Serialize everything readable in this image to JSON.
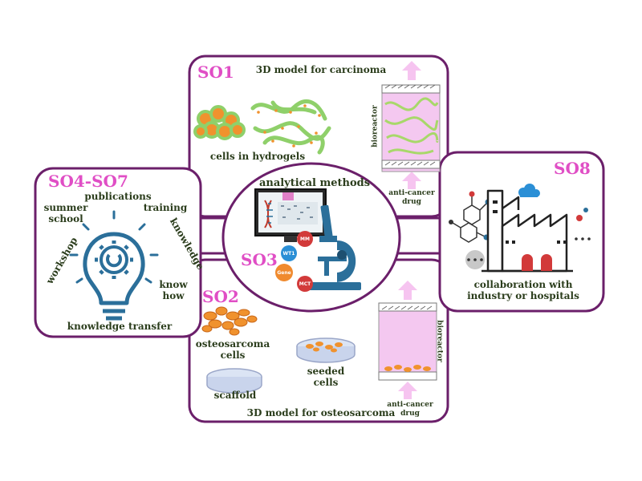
{
  "colors": {
    "frame": "#6b1f6a",
    "heading": "#e04ec5",
    "label": "#2b3d1c",
    "cell_orange": "#f0922e",
    "hydrogel_green": "#8fd06a",
    "bioreactor_pink": "#f4c8f0",
    "arrow_pink": "#f6c4f0",
    "bulb_blue": "#2b6f9a",
    "industry_red": "#d23a3a"
  },
  "so1": {
    "heading": "SO1",
    "title": "3D model  for carcinoma",
    "cells_label": "cells in hydrogels",
    "bioreactor_label": "bioreactor",
    "drug_label_line1": "anti-cancer",
    "drug_label_line2": "drug"
  },
  "so2": {
    "heading": "SO2",
    "title": "3D model for osteosarcoma",
    "osteo_line1": "osteosarcoma",
    "osteo_line2": "cells",
    "scaffold_label": "scaffold",
    "seeded_line1": "seeded",
    "seeded_line2": "cells",
    "bioreactor_label": "bioreactor",
    "drug_label_line1": "anti-cancer",
    "drug_label_line2": "drug"
  },
  "so3": {
    "heading": "SO3",
    "title": "analytical methods",
    "bubbles": [
      "MM",
      "WT1",
      "Gene",
      "MCT"
    ]
  },
  "so4": {
    "heading": "SO4-SO7",
    "publications": "publications",
    "summer_line1": "summer",
    "summer_line2": "school",
    "training": "training",
    "knowledge": "knowledge",
    "workshop": "workshop",
    "know_how_line1": "know",
    "know_how_line2": "how",
    "footer": "knowledge transfer"
  },
  "so8": {
    "heading": "SO8",
    "caption_line1": "collaboration with",
    "caption_line2": "industry or hospitals"
  }
}
